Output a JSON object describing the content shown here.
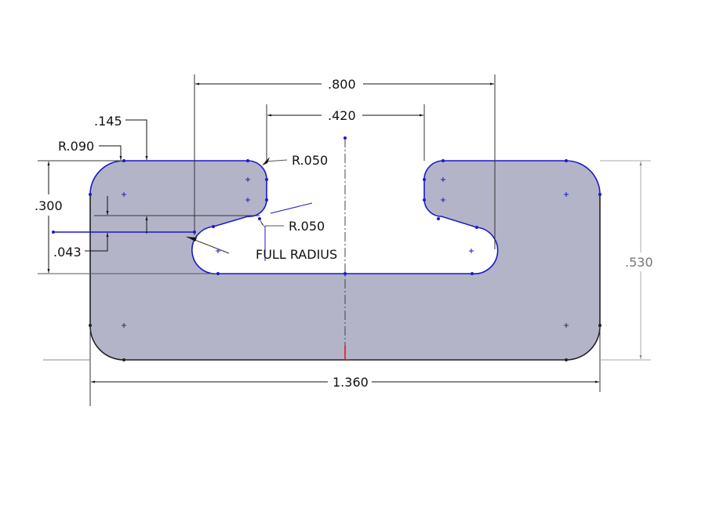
{
  "drawing": {
    "type": "CAD sketch",
    "part_fill": "#b3b4c8",
    "sketch_color": "#1a1acc",
    "edge_color": "#222222",
    "dimension_color": "#111111",
    "driven_dimension_color": "#777777",
    "origin_color": "#e01010"
  },
  "dimensions": {
    "overall_width": "1.360",
    "overall_height": ".530",
    "slot_outer_width": ".800",
    "slot_inner_width": ".420",
    "left_height": ".300",
    "corner_radius": "R.090",
    "corner_offset": ".145",
    "gap_height": ".043",
    "small_radius_top": "R.050",
    "small_radius_bottom": "R.050",
    "note": "FULL RADIUS"
  }
}
